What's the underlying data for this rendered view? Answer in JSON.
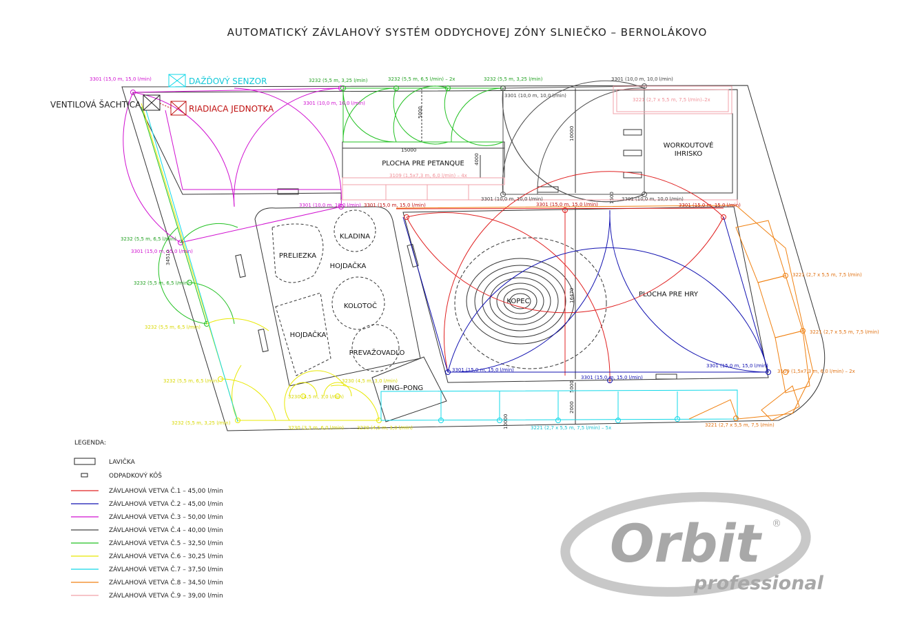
{
  "title": "AUTOMATICKÝ ZÁVLAHOVÝ SYSTÉM ODDYCHOVEJ ZÓNY SLNIEČKO – BERNOLÁKOVO",
  "labels": {
    "valve_box": "VENTILOVÁ ŠACHTICA",
    "rain_sensor": "DAŽĎOVÝ SENZOR",
    "control_unit": "RIADIACA JEDNOTKA",
    "petanque": "PLOCHA PRE PETANQUE",
    "workout_line1": "WORKOUTOVÉ",
    "workout_line2": "IHRISKO",
    "kladina": "KLADINA",
    "preliezka": "PRELIEZKA",
    "hojdacka1": "HOJDAČKA",
    "kolotoc": "KOLOTOČ",
    "hojdacka2": "HOJDAČKA",
    "prevazovadlo": "PREVAŽOVADLO",
    "pingpong": "PING–PONG",
    "kopec": "KOPEC",
    "games": "PLOCHA PRE HRY"
  },
  "dims": {
    "d1": "15000",
    "d2": "5000",
    "d3": "4000",
    "d4": "10000",
    "d5": "1500",
    "d6": "16470",
    "d7": "5000",
    "d8": "2000",
    "d9": "34510",
    "d10": "10000"
  },
  "sprinklers": {
    "s1": "3301 (15,0 m, 15,0 l/min)",
    "s2": "3232 (5,5 m, 3,25 l/min)",
    "s3": "3232 (5,5 m, 6,5 l/min) – 2x",
    "s4": "3232 (5,5 m, 3,25 l/min)",
    "s5": "3301 (10,0 m, 10,0 l/min)",
    "s6": "3301 (10,0 m, 10,0 l/min)",
    "s7": "3301 (10,0 m, 10,0 l/min)",
    "s8": "3221 (2,7 x 5,5 m, 7,5 l/min)–2x",
    "s9": "3109 (1,5x7,3 m, 6,0 l/min) – 4x",
    "s10": "3301 (10,0 m, 10,0 l/min)",
    "s11": "3301 (10,0 m, 10,0 l/min)",
    "s12": "3301 (10,0 m, 10,0 l/min)",
    "s13": "3301 (15,0 m, 15,0 l/min)",
    "s14": "3301 (15,0 m, 15,0 l/min)",
    "s15": "3301 (15,0 m, 15,0 l/min)",
    "s16": "3232 (5,5 m, 6,5 l/min)",
    "s17": "3301 (15,0 m, 15,0 l/min)",
    "s18": "3232 (5,5 m, 6,5 l/min)",
    "s19": "3232 (5,5 m, 6,5 l/min)",
    "s20": "3232 (5,5 m, 6,5 l/min)",
    "s21": "3232 (5,5 m, 3,25 l/min)",
    "s22": "3221 (2,7 x 5,5 m, 7,5 l/min)",
    "s23": "3221 (2,7 x 5,5 m, 7,5 l/min)",
    "s24": "3109 (1,5x7,3 m, 6,0 l/min) – 2x",
    "s25": "3301 (15,0 m, 15,0 l/min)",
    "s26": "3301 (15,0 m, 15,0 l/min)",
    "s27": "3301 (15,0 m, 15,0 l/min)",
    "s28": "3221 (2,7 x 5,5 m, 7,5 l/min) – 5x",
    "s29": "3221 (2,7 x 5,5 m, 7,5 l/min)",
    "s30": "3230 (4,5 m, 3,0 l/min)",
    "s31": "3230 (4,5 m, 3,0 l/min)",
    "s32": "3230 (3,3 m, 6,0 l/min)",
    "s33": "3230 (4,5 m, 3,0 l/min)"
  },
  "legend": {
    "heading": "LEGENDA:",
    "bench": "LAVIČKA",
    "bin": "ODPADKOVÝ KÔŠ",
    "branches": [
      {
        "label": "ZÁVLAHOVÁ VETVA Č.1 – 45,00 l/min",
        "color": "#e02020"
      },
      {
        "label": "ZÁVLAHOVÁ VETVA Č.2 – 45,00 l/min",
        "color": "#1010b0"
      },
      {
        "label": "ZÁVLAHOVÁ VETVA Č.3 – 50,00 l/min",
        "color": "#d010d0"
      },
      {
        "label": "ZÁVLAHOVÁ VETVA Č.4 – 40,00 l/min",
        "color": "#404040"
      },
      {
        "label": "ZÁVLAHOVÁ VETVA Č.5 – 32,50 l/min",
        "color": "#20c020"
      },
      {
        "label": "ZÁVLAHOVÁ VETVA Č.6 – 30,25 l/min",
        "color": "#e8e800"
      },
      {
        "label": "ZÁVLAHOVÁ VETVA Č.7 – 37,50 l/min",
        "color": "#10d8e8"
      },
      {
        "label": "ZÁVLAHOVÁ VETVA Č.8 – 34,50 l/min",
        "color": "#f08010"
      },
      {
        "label": "ZÁVLAHOVÁ VETVA Č.9 – 39,00 l/min",
        "color": "#f0a0a8"
      }
    ]
  },
  "logo": {
    "brand": "Orbit",
    "sub": "professional",
    "reg": "®"
  }
}
